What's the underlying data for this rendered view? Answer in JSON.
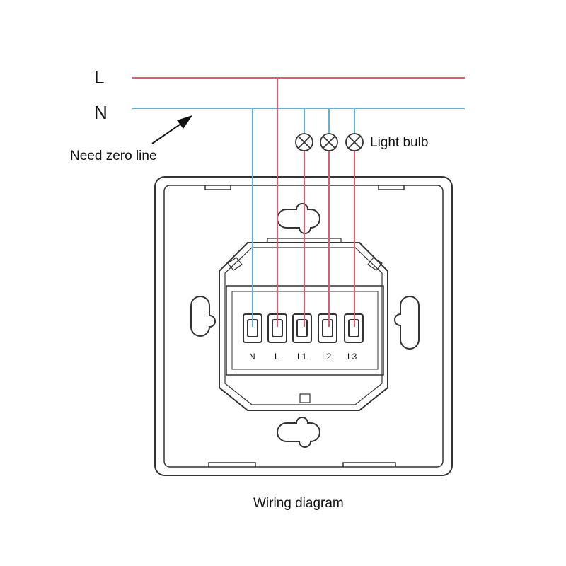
{
  "bus": {
    "live_label": "L",
    "neutral_label": "N"
  },
  "annotations": {
    "zero_line_note": "Need zero line",
    "bulb_label": "Light bulb",
    "caption": "Wiring diagram"
  },
  "terminals": [
    "N",
    "L",
    "L1",
    "L2",
    "L3"
  ],
  "colors": {
    "live_wire": "#e35a6e",
    "neutral_wire": "#5fb4d4",
    "outline": "#333333"
  }
}
